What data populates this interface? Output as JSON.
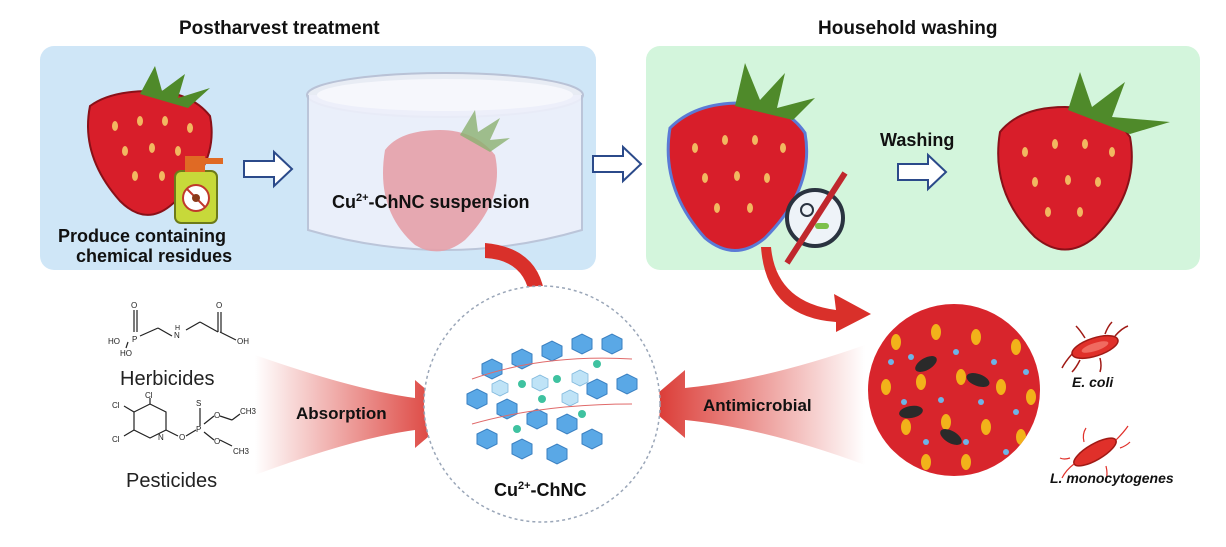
{
  "sections": {
    "left_title": "Postharvest treatment",
    "right_title": "Household washing"
  },
  "labels": {
    "produce_line1": "Produce containing",
    "produce_line2": "chemical residues",
    "suspension_base": "Cu",
    "suspension_sup": "2+",
    "suspension_rest": "-ChNC suspension",
    "washing": "Washing",
    "absorption": "Absorption",
    "antimicrobial": "Antimicrobial",
    "center_base": "Cu",
    "center_sup": "2+",
    "center_rest": "-ChNC",
    "herbicides": "Herbicides",
    "pesticides": "Pesticides",
    "ecoli": "E. coli",
    "listeria": "L. monocytogenes"
  },
  "chem": {
    "gly_ho1": "HO",
    "gly_p": "P",
    "gly_o1": "O",
    "gly_ho2": "HO",
    "gly_nh": "N",
    "gly_h": "H",
    "gly_o2": "O",
    "gly_oh": "OH",
    "chl_cl1": "Cl",
    "chl_cl2": "Cl",
    "chl_cl3": "Cl",
    "chl_n": "N",
    "chl_o1": "O",
    "chl_p": "P",
    "chl_s": "S",
    "chl_o2": "O",
    "chl_o3": "O",
    "chl_ch3a": "CH3",
    "chl_ch3b": "CH3"
  },
  "colors": {
    "left_panel": "#cfe6f7",
    "right_panel": "#d3f5dc",
    "strawberry": "#d81e2a",
    "leaf": "#4f8a2a",
    "arrow_red": "#d9302a",
    "outline_arrow": "#2b4a8a",
    "bacteria": "#e0302a"
  }
}
